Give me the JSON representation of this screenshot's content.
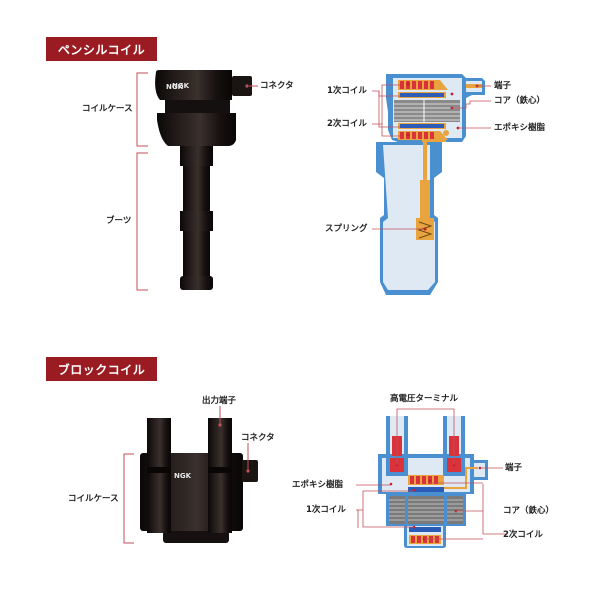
{
  "sections": {
    "pencil": {
      "title": "ペンシルコイル",
      "photo": {
        "brand": "NGK",
        "labels": {
          "connector": "コネクタ",
          "coil_case": "コイルケース",
          "boot": "ブーツ"
        }
      },
      "cutaway": {
        "labels": {
          "terminal": "端子",
          "primary_coil": "1次コイル",
          "core": "コア（鉄心）",
          "secondary_coil": "2次コイル",
          "epoxy": "エポキシ樹脂",
          "spring": "スプリング"
        }
      }
    },
    "block": {
      "title": "ブロックコイル",
      "photo": {
        "brand": "NGK",
        "labels": {
          "output_terminal": "出力端子",
          "connector": "コネクタ",
          "coil_case": "コイルケース"
        }
      },
      "cutaway": {
        "labels": {
          "hv_terminal": "高電圧ターミナル",
          "terminal": "端子",
          "epoxy": "エポキシ樹脂",
          "primary_coil": "1次コイル",
          "core": "コア（鉄心）",
          "secondary_coil": "2次コイル"
        }
      }
    }
  },
  "colors": {
    "badge": "#9a1c22",
    "leader": "#c0505a",
    "housing_blue": "#4a8fd0",
    "epoxy_fill": "#dfe9f4",
    "copper": "#e9a440",
    "coil_red": "#d9323a",
    "coil_blue": "#2a5cb8",
    "core_gray": "#6e6e6e",
    "rubber_black": "#1c1412"
  }
}
